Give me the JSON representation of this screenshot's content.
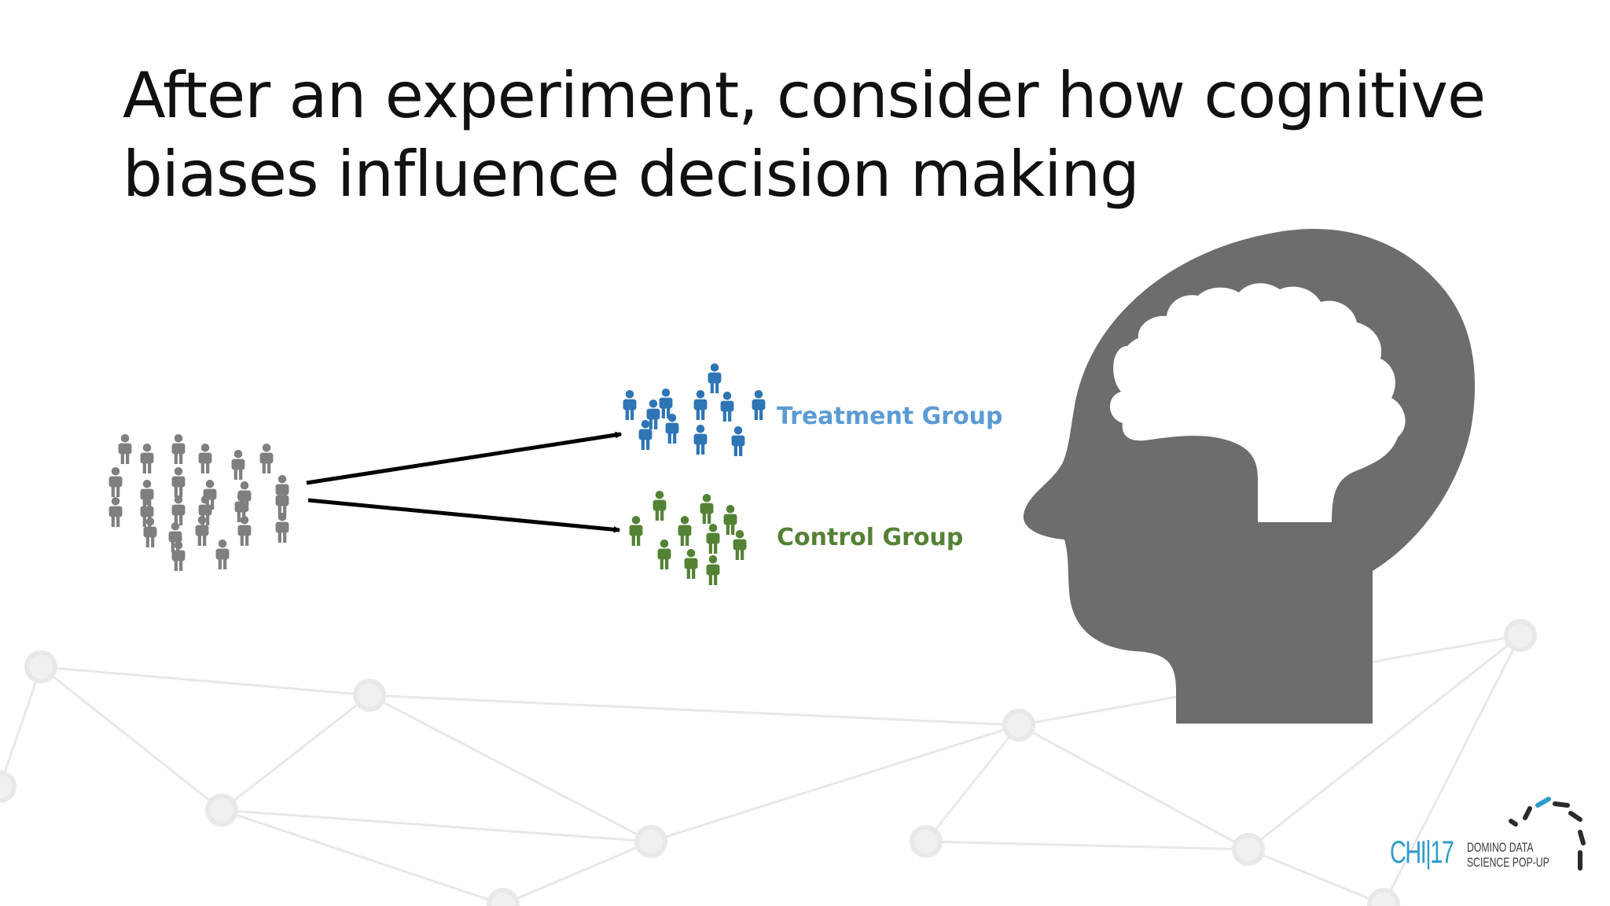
{
  "slide": {
    "title_line1": "After an experiment, consider how cognitive",
    "title_line2": "biases influence decision making"
  },
  "groups": {
    "treatment_label": "Treatment Group",
    "control_label": "Control Group"
  },
  "logo": {
    "chi": "CHI|17",
    "line1": "DOMINO DATA",
    "line2": "SCIENCE POP-UP"
  },
  "colors": {
    "population": "#7f7f7f",
    "treatment": "#2e75b6",
    "treatment_label": "#5b9bd5",
    "control": "#548235",
    "arrow": "#000000",
    "head": "#6d6d6f",
    "background_network": "#e8e8ea",
    "logo_accent": "#2e9bc9"
  },
  "icons": {
    "people": "person-icon",
    "head": "head-with-brain-icon",
    "logo_mark": "domino-swirl-icon"
  }
}
